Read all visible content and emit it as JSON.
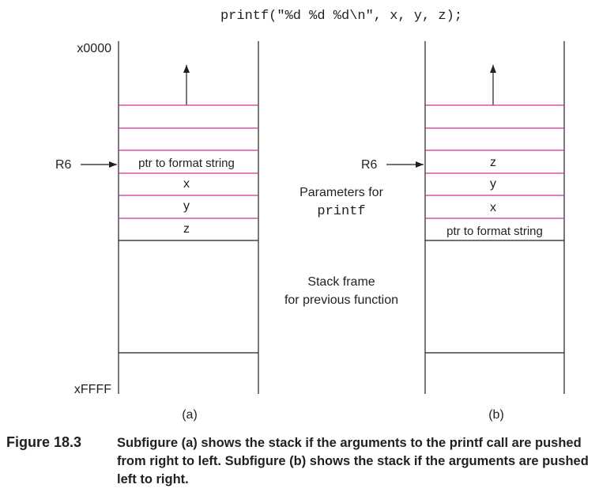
{
  "code_line": "printf(\"%d %d %d\\n\", x, y, z);",
  "addresses": {
    "top": "x0000",
    "bottom": "xFFFF"
  },
  "register_label": "R6",
  "subfigure_a": {
    "label": "(a)",
    "cells": [
      "ptr to format string",
      "x",
      "y",
      "z"
    ]
  },
  "subfigure_b": {
    "label": "(b)",
    "cells": [
      "z",
      "y",
      "x",
      "ptr to format string"
    ]
  },
  "middle_text": {
    "params_line1": "Parameters for",
    "params_line2": "printf",
    "frame_line1": "Stack frame",
    "frame_line2": "for previous function"
  },
  "caption": {
    "number": "Figure 18.3",
    "text": "Subfigure (a) shows the stack if the arguments to the printf call are pushed from right to left. Subfigure (b) shows the stack if the arguments are pushed left to right."
  },
  "colors": {
    "divider": "#cc3399",
    "line": "#231f20"
  }
}
